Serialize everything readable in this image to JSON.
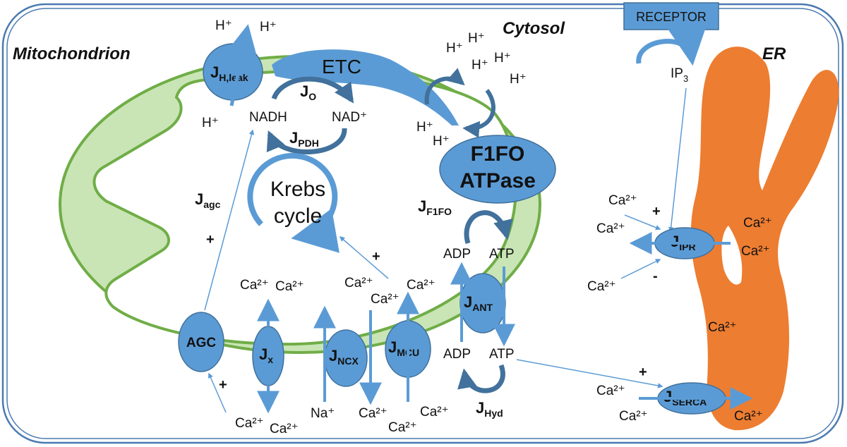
{
  "compartments": {
    "mitochondrion": "Mitochondrion",
    "cytosol": "Cytosol",
    "er": "ER",
    "receptor": "RECEPTOR",
    "ip3": "IP",
    "ip3_sub": "3"
  },
  "complexes": {
    "etc": "ETC",
    "f1fo_line1": "F1FO",
    "f1fo_line2": "ATPase",
    "krebs_line1": "Krebs",
    "krebs_line2": "cycle"
  },
  "fluxes": {
    "j_symbol": "J",
    "h_leak": "H,leak",
    "o": "O",
    "pdh": "PDH",
    "agc_label": "agc",
    "f1fo": "F1FO",
    "ant": "ANT",
    "hyd": "Hyd",
    "x": "x",
    "ncx": "NCX",
    "mcu": "MCU",
    "ipr": "IPR",
    "serca": "SERCA",
    "agc_transporter": "AGC"
  },
  "species": {
    "h_plus": "H⁺",
    "ca2_plus": "Ca²⁺",
    "na_plus": "Na⁺",
    "nadh": "NADH",
    "nad_plus": "NAD⁺",
    "adp": "ADP",
    "atp": "ATP"
  },
  "signs": {
    "plus": "+",
    "minus": "-"
  },
  "colors": {
    "mito_fill": "#c9e5b5",
    "mito_stroke": "#70ad47",
    "protein_blue": "#5b9bd5",
    "protein_stroke": "#41719c",
    "er_orange": "#ed7d31",
    "cell_border": "#4a7ab0"
  }
}
